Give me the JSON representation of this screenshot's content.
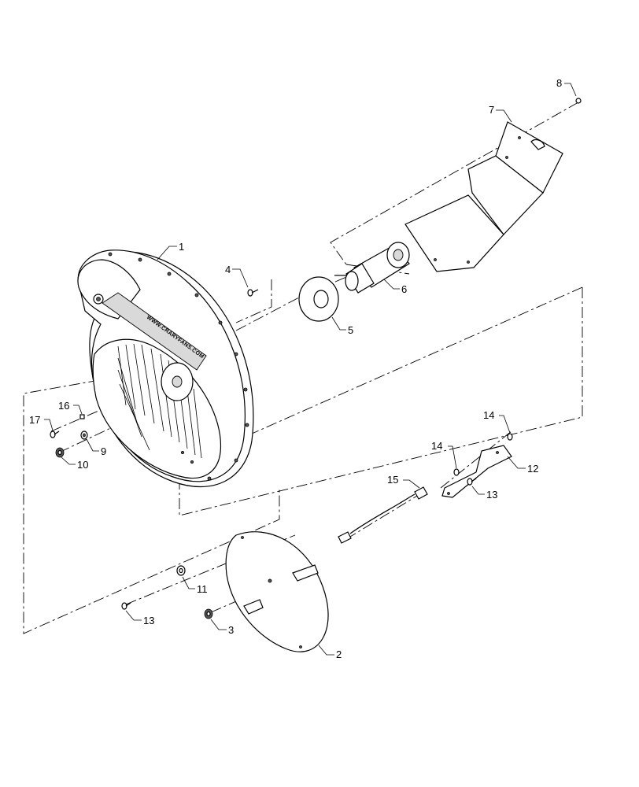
{
  "diagram": {
    "brand_text": "WWW.CRARYFANS.COM",
    "callouts": [
      "1",
      "2",
      "3",
      "4",
      "5",
      "6",
      "7",
      "8",
      "9",
      "10",
      "11",
      "12",
      "13",
      "13",
      "14",
      "14",
      "15",
      "16",
      "17"
    ]
  }
}
